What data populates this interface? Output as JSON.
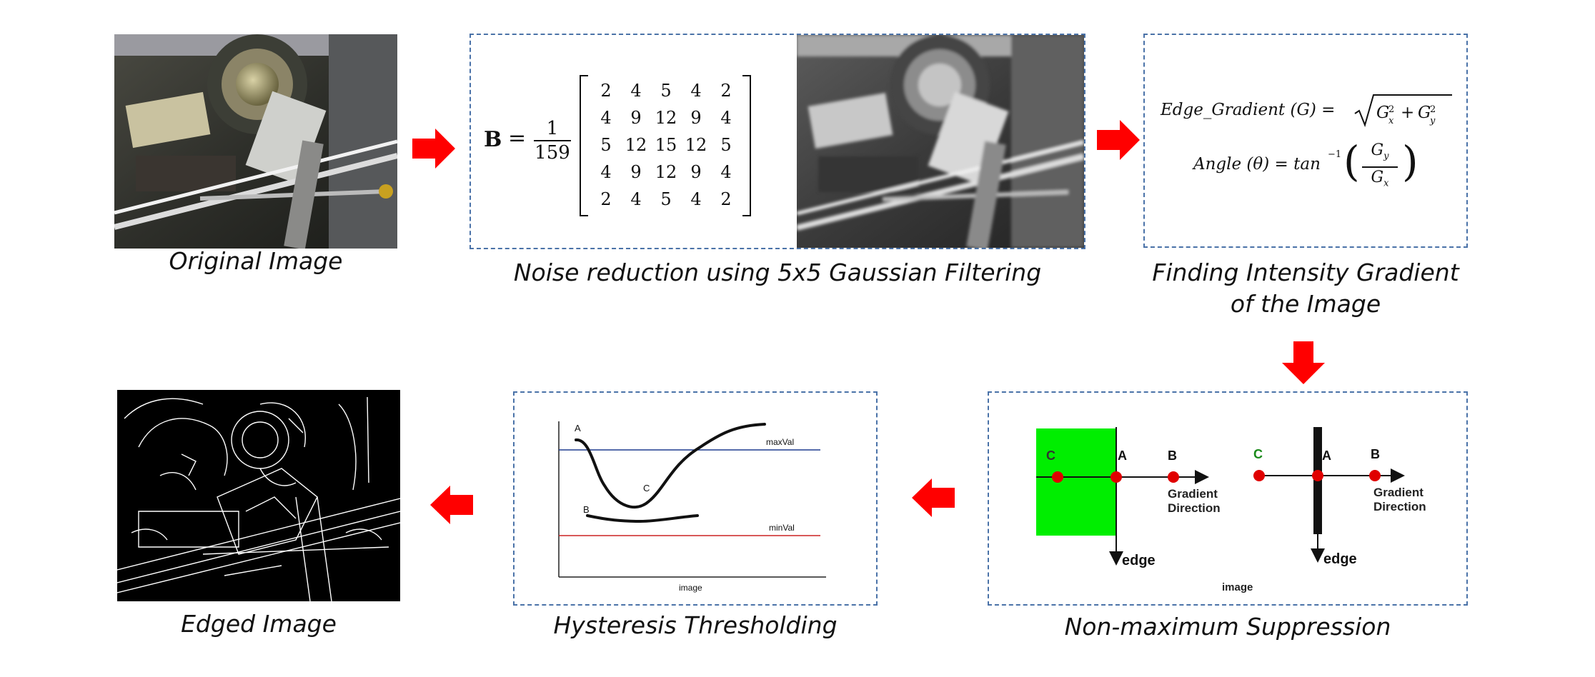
{
  "stages": {
    "original": {
      "caption": "Original Image"
    },
    "noise": {
      "caption": "Noise reduction using 5x5 Gaussian Filtering",
      "matrix_label": "B",
      "fraction_num": "1",
      "fraction_den": "159",
      "matrix": [
        [
          "2",
          "4",
          "5",
          "4",
          "2"
        ],
        [
          "4",
          "9",
          "12",
          "9",
          "4"
        ],
        [
          "5",
          "12",
          "15",
          "12",
          "5"
        ],
        [
          "4",
          "9",
          "12",
          "9",
          "4"
        ],
        [
          "2",
          "4",
          "5",
          "4",
          "2"
        ]
      ]
    },
    "gradient": {
      "caption_line1": "Finding Intensity Gradient",
      "caption_line2": "of the Image",
      "eq1_label": "Edge_Gradient (G) =",
      "eq2_label": "Angle (θ) = tan",
      "eq2_sup": "−1",
      "gy": "G",
      "gy_sub": "y",
      "gx": "G",
      "gx_sub": "x"
    },
    "nms": {
      "caption": "Non-maximum Suppression",
      "pt_c": "C",
      "pt_a": "A",
      "pt_b": "B",
      "gradient_line1": "Gradient",
      "gradient_line2": "Direction",
      "edge": "edge",
      "image": "image"
    },
    "hysteresis": {
      "caption": "Hysteresis Thresholding",
      "max_val": "maxVal",
      "min_val": "minVal",
      "pt_a": "A",
      "pt_b": "B",
      "pt_c": "C",
      "x_label": "image"
    },
    "edged": {
      "caption": "Edged Image"
    }
  },
  "colors": {
    "arrow": "#ff0000",
    "box_border": "#4a72a8",
    "green": "#00ee00",
    "red_point": "#e00000",
    "max_line": "#1f3c8f",
    "min_line": "#cc2222"
  },
  "icons": [
    "arrow-right-icon",
    "arrow-down-icon",
    "arrow-left-icon"
  ]
}
